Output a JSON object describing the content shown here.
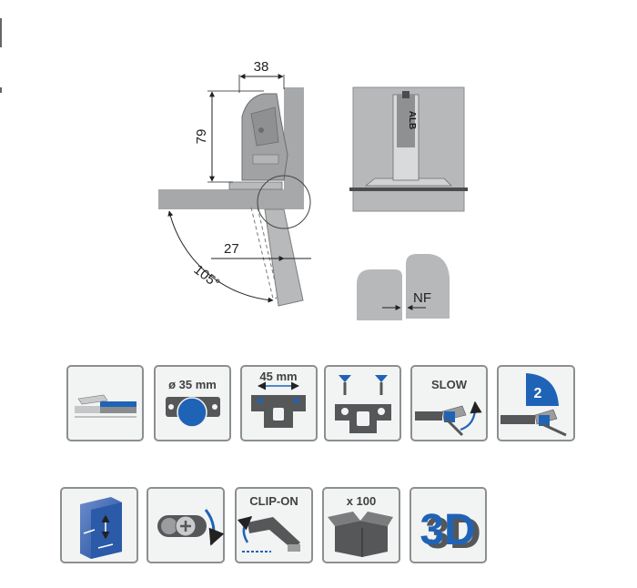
{
  "drawing": {
    "dim_width": "38",
    "dim_height": "79",
    "dim_offset": "27",
    "opening_angle": "105°",
    "cup_brand": "ALB",
    "nf_label": "NF"
  },
  "icons": {
    "row1": [
      {
        "name": "overlay-icon",
        "label": ""
      },
      {
        "name": "cup-diameter-icon",
        "label": "ø 35 mm"
      },
      {
        "name": "screw-spacing-icon",
        "label": "45 mm"
      },
      {
        "name": "screw-mount-icon",
        "label": ""
      },
      {
        "name": "soft-close-icon",
        "label": "SLOW"
      },
      {
        "name": "two-way-adjust-icon",
        "label": "2"
      }
    ],
    "row2": [
      {
        "name": "height-adjust-icon",
        "label": ""
      },
      {
        "name": "cam-adjust-icon",
        "label": ""
      },
      {
        "name": "clip-on-icon",
        "label": "CLIP-ON"
      },
      {
        "name": "pack-quantity-icon",
        "label": "x 100"
      },
      {
        "name": "three-d-icon",
        "label": "3D"
      }
    ]
  },
  "colors": {
    "frame": "#8c8f91",
    "frame_bg": "#f2f3f3",
    "dark_gray": "#555759",
    "mid_gray": "#9a9c9e",
    "light_gray": "#c8cacb",
    "blue": "#1f63b7",
    "board": "#a6a8aa"
  }
}
